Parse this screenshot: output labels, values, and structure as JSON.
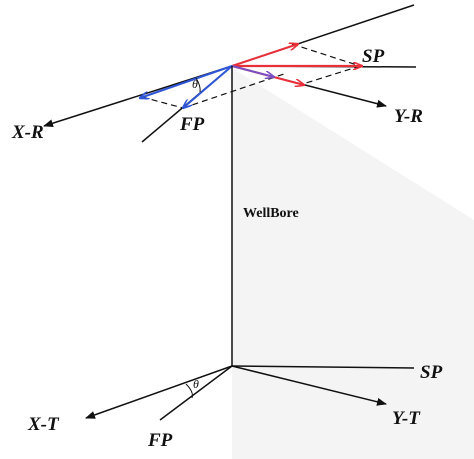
{
  "labels": {
    "sp_top": "SP",
    "y_r": "Y-R",
    "x_r": "X-R",
    "fp_top": "FP",
    "theta_top": "θ",
    "wellbore": "WellBore",
    "sp_bottom": "SP",
    "x_t": "X-T",
    "y_t": "Y-T",
    "fp_bottom": "FP",
    "theta_bottom": "θ"
  },
  "colors": {
    "axis": "#111111",
    "red_vector": "#e8303a",
    "blue_vector": "#2f56d6",
    "purple_vector": "#7a4fc4",
    "dashed": "#111111"
  }
}
